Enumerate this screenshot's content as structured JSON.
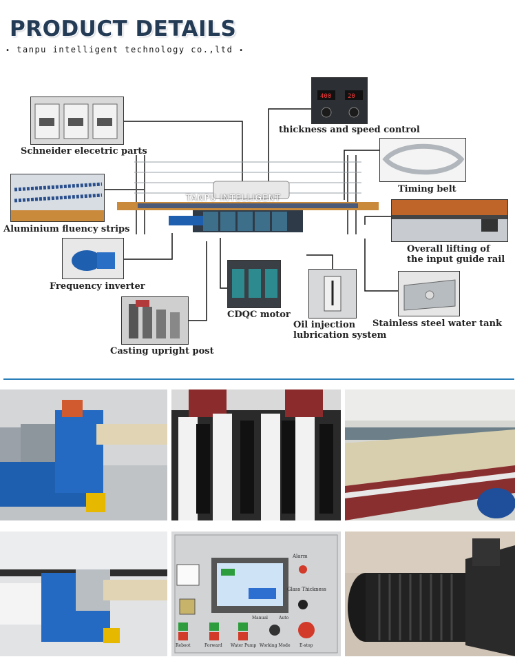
{
  "header": {
    "title": "PRODUCT DETAILS",
    "subtitle": "tanpu intelligent technology co.,ltd",
    "bullet": "•"
  },
  "machine": {
    "brand_text": "TANPU INTELLIGENT"
  },
  "callouts": {
    "schneider": "Schneider elecetric parts",
    "thickness": "thickness and speed control",
    "timing_belt": "Timing belt",
    "aluminium": "Aluminium fluency strips",
    "lifting_1": "Overall lifting of",
    "lifting_2": "the input guide rail",
    "inverter": "Frequency inverter",
    "cdqc": "CDQC motor",
    "oil_1": "Oil injection",
    "oil_2": "lubrication system",
    "water_tank": "Stainless steel water tank",
    "casting": "Casting upright post"
  },
  "panel": {
    "alarm": "Alarm",
    "glass_thickness": "Glass Thickness",
    "manual": "Manual",
    "auto": "Auto",
    "working_mode": "Working Mode",
    "forward": "Forward",
    "water_pump": "Water Pump",
    "e_stop": "E-stop",
    "reboot": "Reboot"
  },
  "colors": {
    "title": "#243b55",
    "divider": "#2a7fb8",
    "machine_blue": "#1f5fb0",
    "wood": "#c98a3c"
  }
}
